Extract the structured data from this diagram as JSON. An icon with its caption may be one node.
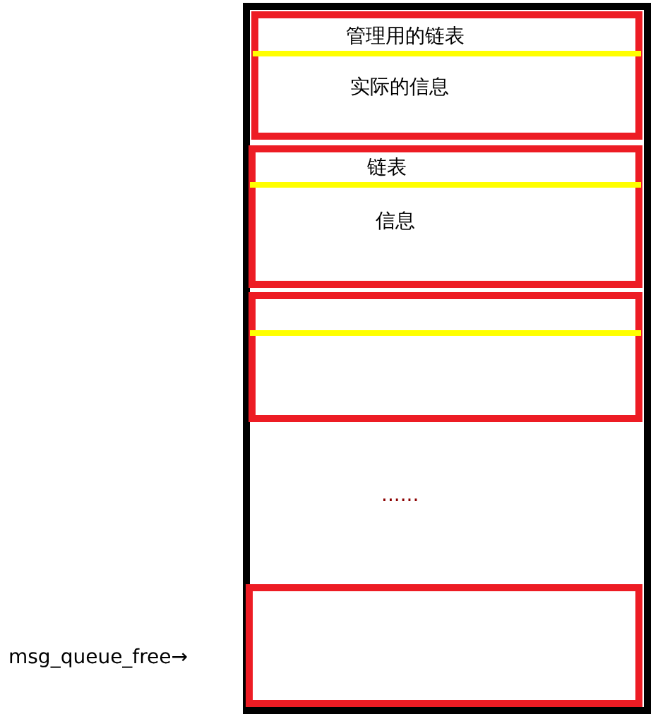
{
  "diagram": {
    "nodes": [
      {
        "text": [],
        "shape": "box"
      },
      {
        "text": [
          "管理用的链表",
          "实际的信息"
        ],
        "in": 0
      },
      {
        "text": [
          "链表",
          "信息"
        ],
        "in": 0
      },
      {
        "text": [],
        "shape": "box",
        "in": 0
      },
      {
        "text": [],
        "shape": "box",
        "in": 0
      }
    ],
    "edges": [],
    "labels": [
      "......",
      "msg_queue_free→"
    ]
  }
}
